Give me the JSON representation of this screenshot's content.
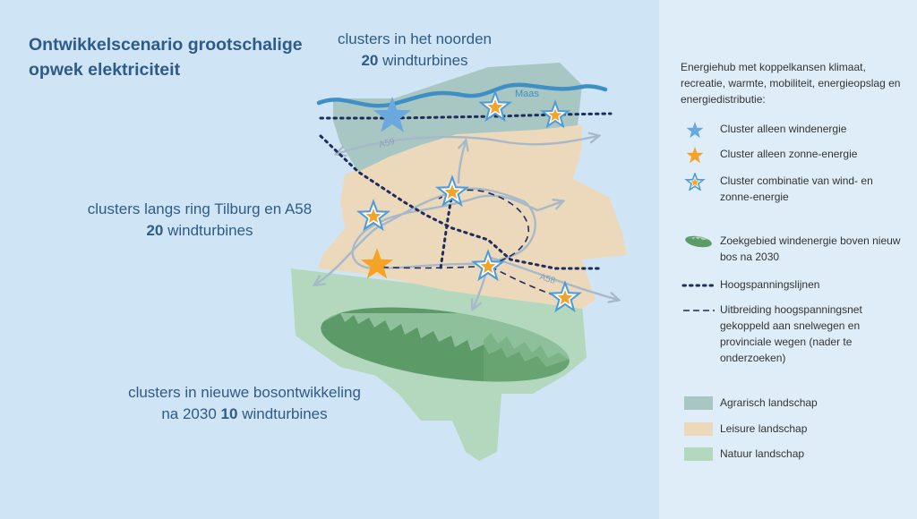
{
  "title": "Ontwikkelscenario grootschalige opwek elektriciteit",
  "callouts": {
    "north": {
      "line1": "clusters in het noorden",
      "count": "20",
      "unit": "windturbines"
    },
    "ring": {
      "line1": "clusters langs ring Tilburg en A58",
      "count": "20",
      "unit": "windturbines"
    },
    "forest": {
      "line1": "clusters in nieuwe bosontwikkeling",
      "prefix": "na 2030",
      "count": "10",
      "unit": "windturbines"
    }
  },
  "map_labels": {
    "river": "Maas",
    "road_a59": "A59",
    "road_a58": "A58"
  },
  "legend": {
    "intro": "Energiehub met koppelkansen klimaat, recreatie, warmte, mobiliteit, energieopslag en energiedistributie:",
    "items": [
      {
        "label": "Cluster alleen windenergie"
      },
      {
        "label": "Cluster alleen zonne-energie"
      },
      {
        "label": "Cluster combinatie van wind- en zonne-energie"
      },
      {
        "label": "Zoekgebied windenergie boven nieuw bos na 2030"
      },
      {
        "label": "Hoogspanningslijnen"
      },
      {
        "label": "Uitbreiding hoogspanningsnet gekoppeld aan snelwegen en provinciale wegen (nader te onderzoeken)"
      },
      {
        "label": "Agrarisch landschap"
      },
      {
        "label": "Leisure landschap"
      },
      {
        "label": "Natuur landschap"
      }
    ]
  },
  "colors": {
    "background": "#cfe5f5",
    "legend_bg": "#deedf8",
    "agrarisch": "#a9c7c2",
    "leisure": "#ecd9bc",
    "natuur": "#b3d8bd",
    "forest": "#5c9a68",
    "river": "#3f8fc7",
    "wind_star": "#6aa9dd",
    "solar_star": "#f4a327",
    "hv_line": "#1f2d5c",
    "road": "#a7b9c9",
    "text": "#2e5b87"
  }
}
